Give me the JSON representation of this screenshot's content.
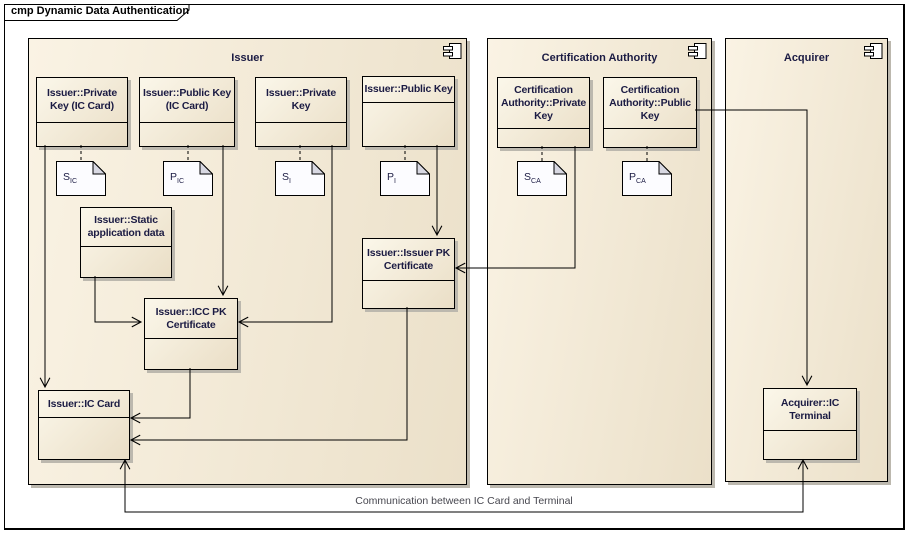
{
  "frame": {
    "title": "cmp Dynamic Data Authentication"
  },
  "containers": {
    "issuer": {
      "label": "Issuer"
    },
    "certification_authority": {
      "label": "Certification Authority"
    },
    "acquirer": {
      "label": "Acquirer"
    }
  },
  "components": {
    "private_key_ic_card": {
      "line1": "Issuer::Private",
      "line2": "Key (IC Card)"
    },
    "public_key_ic_card": {
      "line1": "Issuer::Public Key",
      "line2": "(IC Card)"
    },
    "private_key": {
      "line1": "Issuer::Private",
      "line2": "Key"
    },
    "public_key": {
      "line1": "Issuer::Public Key"
    },
    "static_app_data": {
      "line1": "Issuer::Static",
      "line2": "application data"
    },
    "icc_pk_certificate": {
      "line1": "Issuer::ICC PK",
      "line2": "Certificate"
    },
    "issuer_pk_certificate": {
      "line1": "Issuer::Issuer PK",
      "line2": "Certificate"
    },
    "ic_card": {
      "line1": "Issuer::IC Card"
    },
    "ca_private_key": {
      "line1": "Certification",
      "line2": "Authority::Private",
      "line3": "Key"
    },
    "ca_public_key": {
      "line1": "Certification",
      "line2": "Authority::Public",
      "line3": "Key"
    },
    "ic_terminal": {
      "line1": "Acquirer::IC",
      "line2": "Terminal"
    }
  },
  "notes": {
    "s_ic": {
      "main": "S",
      "sub": "IC"
    },
    "p_ic": {
      "main": "P",
      "sub": "IC"
    },
    "s_i": {
      "main": "S",
      "sub": "I"
    },
    "p_i": {
      "main": "P",
      "sub": "I"
    },
    "s_ca": {
      "main": "S",
      "sub": "CA"
    },
    "p_ca": {
      "main": "P",
      "sub": "CA"
    }
  },
  "connectors": {
    "communication_label": "Communication between IC Card and Terminal"
  },
  "colors": {
    "box_light": "#fbf7ea",
    "box_dark": "#eadec6",
    "container_light": "#faf3e4",
    "container_dark": "#ebe0c9",
    "note_fill": "#fcfcff",
    "note_fold": "#d8d8e2",
    "title_text": "#1b1b43",
    "comm_text": "#47474f",
    "shadow": "#bcb8ae",
    "ink": "#000000"
  }
}
